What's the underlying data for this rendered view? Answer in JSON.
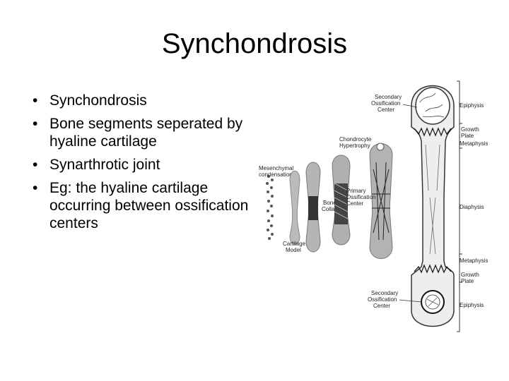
{
  "slide": {
    "title": "Synchondrosis",
    "bullets": [
      "Synchondrosis",
      "Bone segments seperated by hyaline cartilage",
      "Synarthrotic joint",
      "Eg: the hyaline cartilage occurring between ossification centers"
    ]
  },
  "diagram": {
    "labels": {
      "mesenchymal_1": "Mesenchymal",
      "mesenchymal_2": "condensation",
      "cartilage_1": "Cartilage",
      "cartilage_2": "Model",
      "bone_1": "Bone",
      "bone_2": "Collar",
      "chondrocyte_1": "Chondrocyte",
      "chondrocyte_2": "Hypertrophy",
      "primary_1": "Primary",
      "primary_2": "Ossification",
      "primary_3": "Center",
      "secondary_top_1": "Secondary",
      "secondary_top_2": "Ossification",
      "secondary_top_3": "Center",
      "secondary_bot_1": "Secondary",
      "secondary_bot_2": "Ossification",
      "secondary_bot_3": "Center",
      "epiphysis_top": "Epiphysis",
      "growth_top_1": "Growth",
      "growth_top_2": "Plate",
      "metaphysis_top": "Metaphysis",
      "diaphysis": "Diaphysis",
      "metaphysis_bot": "Metaphysis",
      "growth_bot_1": "Growth",
      "growth_bot_2": "Plate",
      "epiphysis_bot": "Epiphysis"
    }
  }
}
